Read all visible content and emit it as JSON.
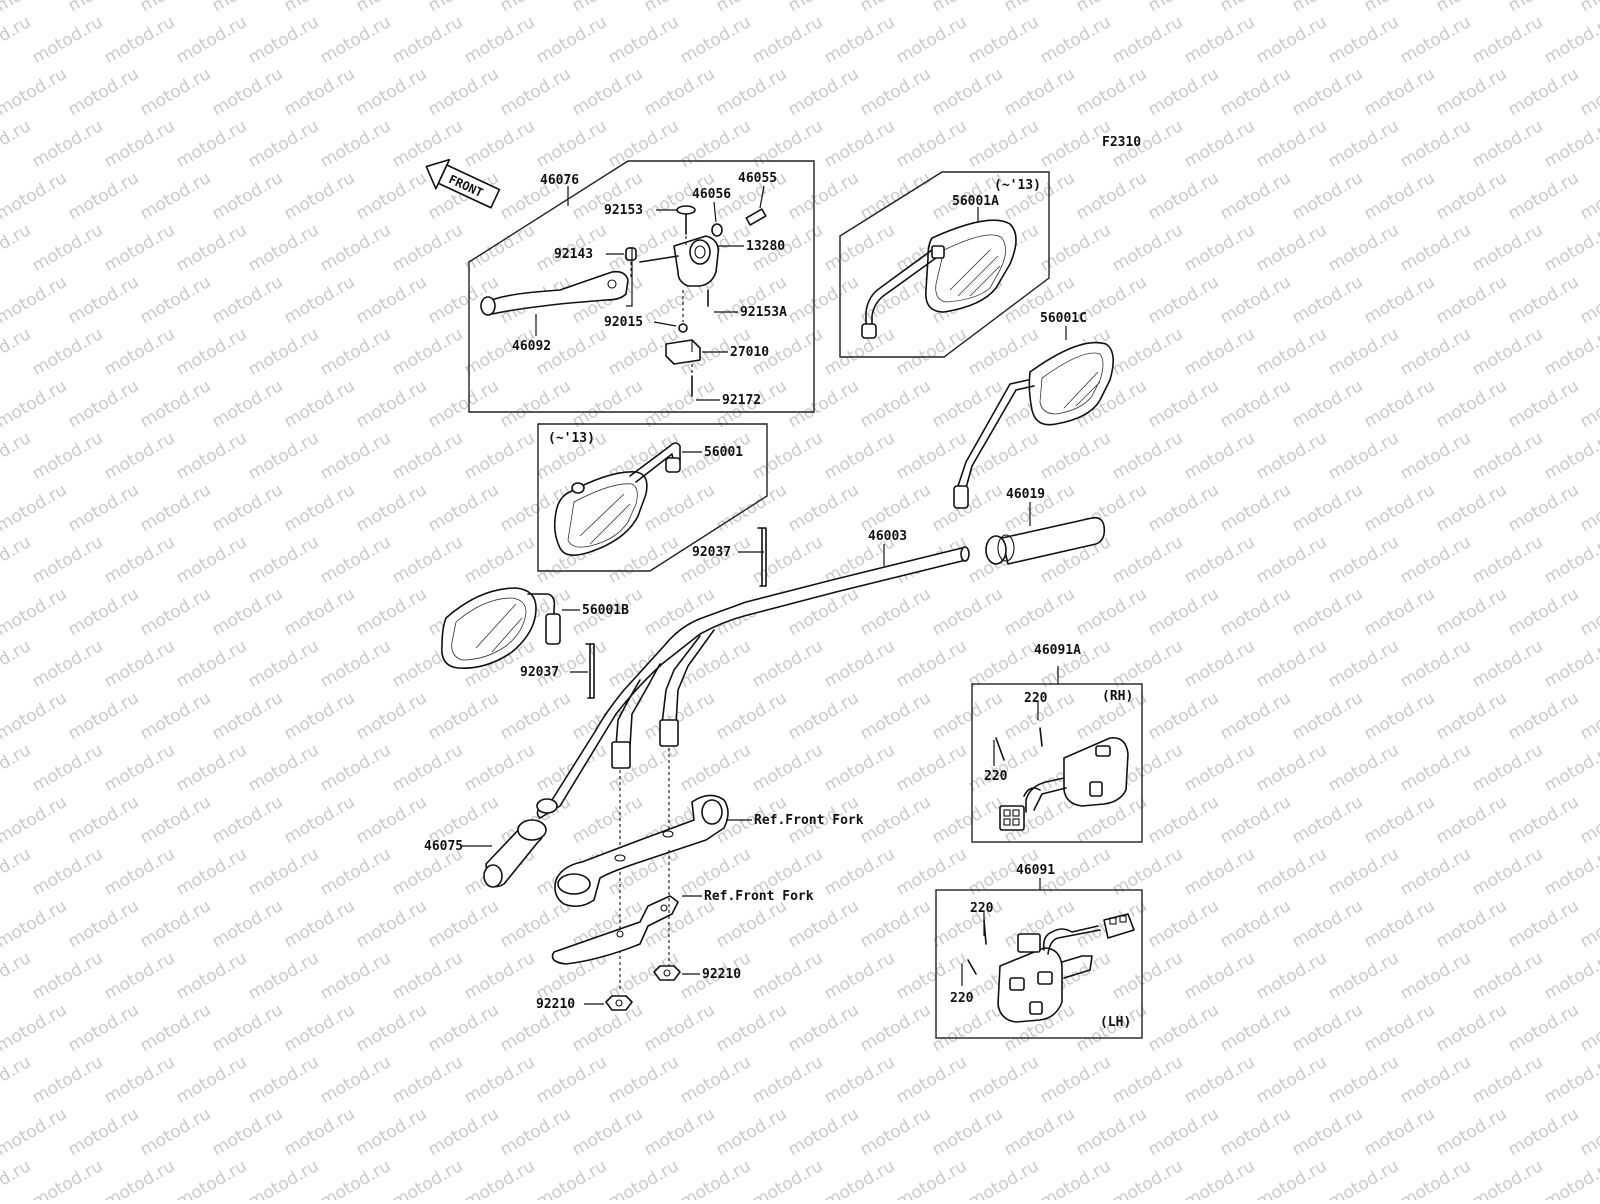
{
  "figure_code": "F2310",
  "front_arrow_label": "FRONT",
  "watermark_text": "motod.ru",
  "boxes": {
    "mirror_right_variant_note": "(~'13)",
    "mirror_left_variant_note": "(~'13)",
    "switch_rh_side": "(RH)",
    "switch_lh_side": "(LH)"
  },
  "parts": {
    "p46076": "46076",
    "p92153": "92153",
    "p46056": "46056",
    "p46055": "46055",
    "p92143": "92143",
    "p13280": "13280",
    "p92153A": "92153A",
    "p92015": "92015",
    "p46092": "46092",
    "p27010": "27010",
    "p92172": "92172",
    "p56001A": "56001A",
    "p56001C": "56001C",
    "p56001": "56001",
    "p46019": "46019",
    "p46003": "46003",
    "p92037_upper": "92037",
    "p56001B": "56001B",
    "p92037_lower": "92037",
    "p46091A": "46091A",
    "p220_rh_top": "220",
    "p220_rh_side": "220",
    "p46075": "46075",
    "ref_front_fork_1": "Ref.Front Fork",
    "ref_front_fork_2": "Ref.Front Fork",
    "p46091": "46091",
    "p220_lh_top": "220",
    "p220_lh_side": "220",
    "p92210_right": "92210",
    "p92210_left": "92210"
  }
}
